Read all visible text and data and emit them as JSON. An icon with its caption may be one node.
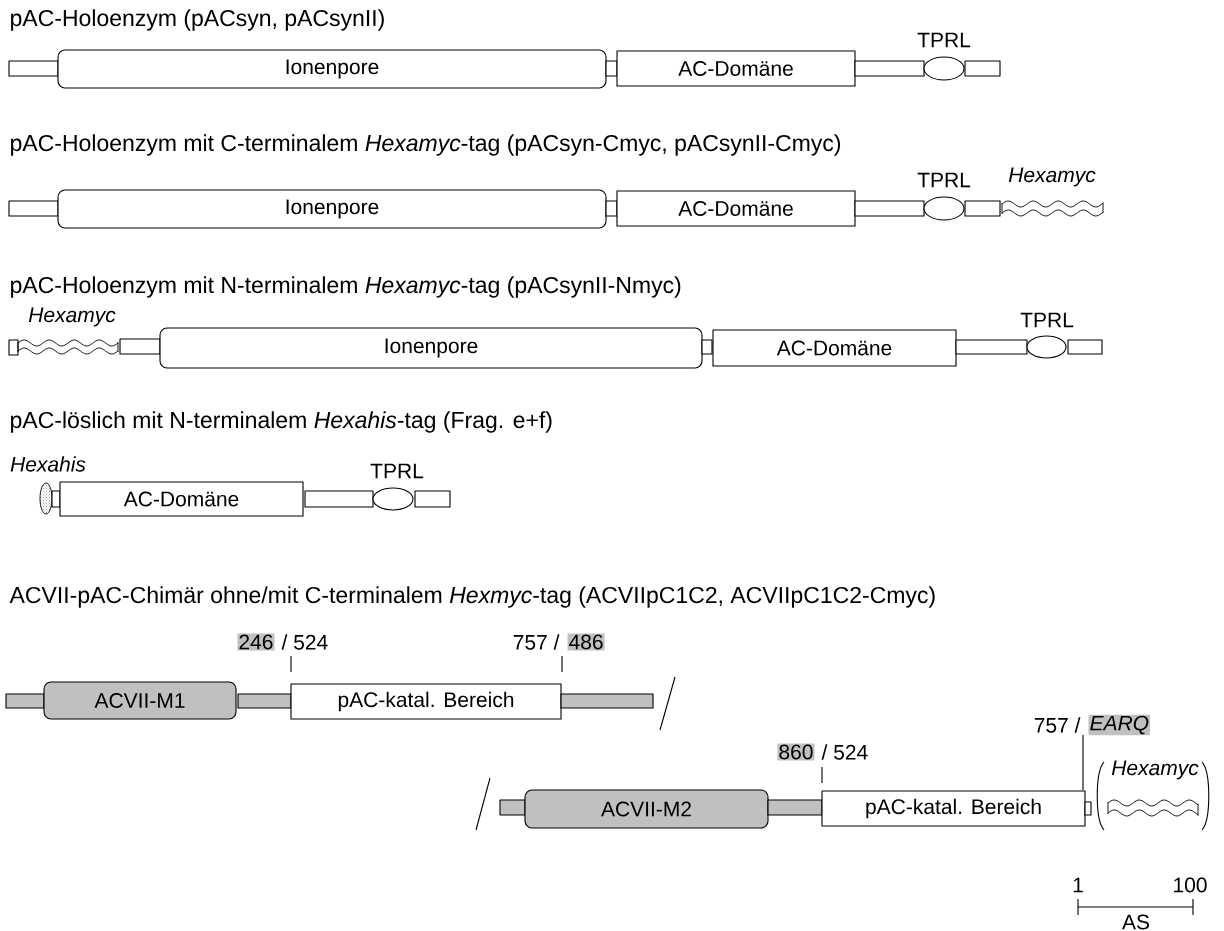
{
  "diagram": {
    "nodes": [
      {
        "text": [],
        "shape": "bar"
      },
      {
        "text": [
          "Ionenpore"
        ]
      },
      {
        "text": [],
        "shape": "bar"
      },
      {
        "text": [
          "AC-Domäne"
        ]
      },
      {
        "text": [],
        "shape": "bar"
      },
      {
        "text": [
          "TPRL"
        ]
      },
      {
        "text": [],
        "shape": "bar"
      },
      {
        "text": [],
        "shape": "bar"
      },
      {
        "text": [
          "Ionenpore"
        ]
      },
      {
        "text": [],
        "shape": "bar"
      },
      {
        "text": [
          "AC-Domäne"
        ]
      },
      {
        "text": [],
        "shape": "bar"
      },
      {
        "text": [
          "TPRL"
        ]
      },
      {
        "text": [],
        "shape": "bar"
      },
      {
        "text": [
          "Hexamyc"
        ]
      },
      {
        "text": [],
        "shape": "bar"
      },
      {
        "text": [
          "Hexamyc"
        ]
      },
      {
        "text": [],
        "shape": "bar"
      },
      {
        "text": [
          "Ionenpore"
        ]
      },
      {
        "text": [],
        "shape": "bar"
      },
      {
        "text": [
          "AC-Domäne"
        ]
      },
      {
        "text": [],
        "shape": "bar"
      },
      {
        "text": [
          "TPRL"
        ]
      },
      {
        "text": [],
        "shape": "bar"
      },
      {
        "text": [
          "Hexahis"
        ]
      },
      {
        "text": [],
        "shape": "bar"
      },
      {
        "text": [
          "AC-Domäne"
        ]
      },
      {
        "text": [],
        "shape": "bar"
      },
      {
        "text": [
          "TPRL"
        ]
      },
      {
        "text": [],
        "shape": "bar"
      },
      {
        "text": [],
        "shape": "bar"
      },
      {
        "text": [
          "ACVII-M1"
        ]
      },
      {
        "text": [],
        "shape": "bar"
      },
      {
        "text": [
          "pAC-katal. Bereich"
        ]
      },
      {
        "text": [],
        "shape": "bar"
      },
      {
        "text": [],
        "shape": "bar"
      },
      {
        "text": [
          "ACVII-M2"
        ]
      },
      {
        "text": [],
        "shape": "bar"
      },
      {
        "text": [
          "pAC-katal. Bereich"
        ]
      },
      {
        "text": [],
        "shape": "bar"
      },
      {
        "text": [
          "Hexamyc"
        ]
      }
    ],
    "labels": [
      "pAC-Holoenzym (pACsyn, pACsynII)",
      "pAC-Holoenzym mit C-terminalem *Hexamyc*-tag (pACsyn-Cmyc, pACsynII-Cmyc)",
      "pAC-Holoenzym mit N-terminalem *Hexamyc*-tag (pACsynII-Nmyc)",
      "pAC-löslich mit N-terminalem *Hexahis*-tag (Frag. e+f)",
      "ACVII-pAC-Chimär ohne/mit C-terminalem *Hexmyc*-tag (ACVIIpC1C2, ACVIIpC1C2-Cmyc)",
      "246",
      "/ 524",
      "757 /",
      "486",
      "757 /",
      "EARQ",
      "860",
      "/ 524",
      "1",
      "100",
      "AS"
    ]
  }
}
